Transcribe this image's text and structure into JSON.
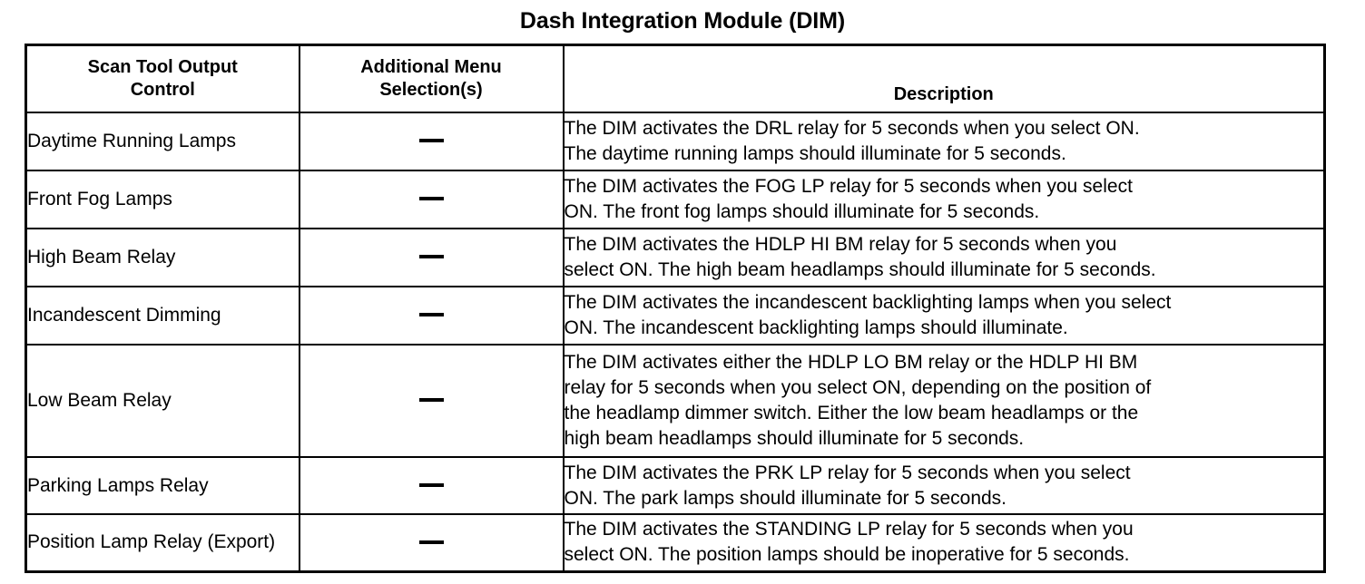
{
  "document": {
    "title": "Dash Integration Module (DIM)"
  },
  "table": {
    "headers": {
      "col1": "Scan Tool Output\nControl",
      "col1_line1": "Scan Tool Output",
      "col1_line2": "Control",
      "col2_line1": "Additional Menu",
      "col2_line2": "Selection(s)",
      "col3": "Description"
    },
    "menu_dash": "—",
    "rows": [
      {
        "control": "Daytime Running Lamps",
        "menu": "—",
        "description": "The DIM activates the DRL relay for 5 seconds when you select ON. The daytime running lamps should illuminate for 5 seconds.",
        "description_lines": [
          "The DIM activates the DRL relay for 5 seconds when you select ON.",
          "The daytime running lamps should illuminate for 5 seconds."
        ]
      },
      {
        "control": "Front Fog Lamps",
        "menu": "—",
        "description": "The DIM activates the FOG LP relay for 5 seconds when you select ON. The front fog lamps should illuminate for 5 seconds.",
        "description_lines": [
          "The DIM activates the FOG LP relay for 5 seconds when you select",
          "ON. The front fog lamps should illuminate for 5 seconds."
        ]
      },
      {
        "control": "High Beam Relay",
        "menu": "—",
        "description": "The DIM activates the HDLP HI BM relay for 5 seconds when you select ON. The high beam headlamps should illuminate for 5 seconds.",
        "description_lines": [
          "The DIM activates the HDLP HI BM relay for 5 seconds when you",
          "select ON. The high beam headlamps should illuminate for 5 seconds."
        ]
      },
      {
        "control": "Incandescent Dimming",
        "menu": "—",
        "description": "The DIM activates the incandescent backlighting lamps when you select ON. The incandescent backlighting lamps should illuminate.",
        "description_lines": [
          "The DIM activates the incandescent backlighting lamps when you select",
          "ON. The incandescent backlighting lamps should illuminate."
        ]
      },
      {
        "control": "Low Beam Relay",
        "menu": "—",
        "description": "The DIM activates either the HDLP LO BM relay or the HDLP HI BM relay for 5 seconds when you select ON, depending on the position of the headlamp dimmer switch. Either the low beam headlamps or the high beam headlamps should illuminate for 5 seconds.",
        "description_lines": [
          "The DIM activates either the HDLP LO BM relay or the HDLP HI BM",
          "relay for 5 seconds when you select ON, depending on the position of",
          "the headlamp dimmer switch. Either the low beam headlamps or the",
          "high beam headlamps should illuminate for 5 seconds."
        ]
      },
      {
        "control": "Parking Lamps Relay",
        "menu": "—",
        "description": "The DIM activates the PRK LP relay for 5 seconds when you select ON. The park lamps should illuminate for 5 seconds.",
        "description_lines": [
          "The DIM activates the PRK LP relay for 5 seconds when you select",
          "ON. The park lamps should illuminate for 5 seconds."
        ]
      },
      {
        "control": "Position Lamp Relay (Export)",
        "control_lines": [
          "Position Lamp Relay",
          "(Export)"
        ],
        "menu": "—",
        "description": "The DIM activates the STANDING LP relay for 5 seconds when you select ON. The position lamps should be inoperative for 5 seconds.",
        "description_lines": [
          "The DIM activates the STANDING LP relay for 5 seconds when you",
          "select ON. The position lamps should be inoperative for 5 seconds."
        ]
      }
    ]
  },
  "colors": {
    "text": "#000000",
    "background": "#ffffff",
    "rule": "#000000"
  }
}
